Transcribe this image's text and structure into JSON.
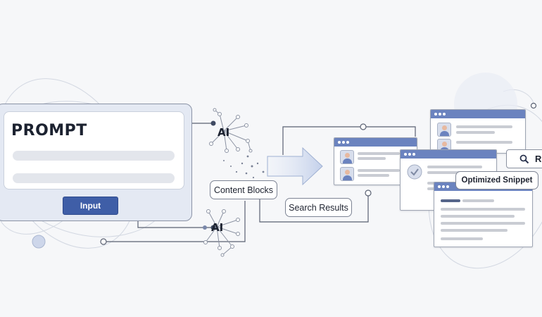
{
  "prompt_panel": {
    "title": "PROMPT",
    "input_button": "Input"
  },
  "ai_nodes": {
    "top_label": "AI",
    "bottom_label": "AI"
  },
  "labels": {
    "content_blocks": "Content Blocks",
    "search_results": "Search Results",
    "optimized_snippet": "Optimized Snippet",
    "search_partial": "R"
  },
  "colors": {
    "accent": "#3f5ea7",
    "window_bar": "#6b83bf",
    "panel_fill": "#e4e9f3",
    "line": "#5a6172"
  },
  "icons": [
    "ai-network-icon",
    "arrow-right-icon",
    "avatar-icon",
    "checkmark-icon",
    "search-icon"
  ]
}
